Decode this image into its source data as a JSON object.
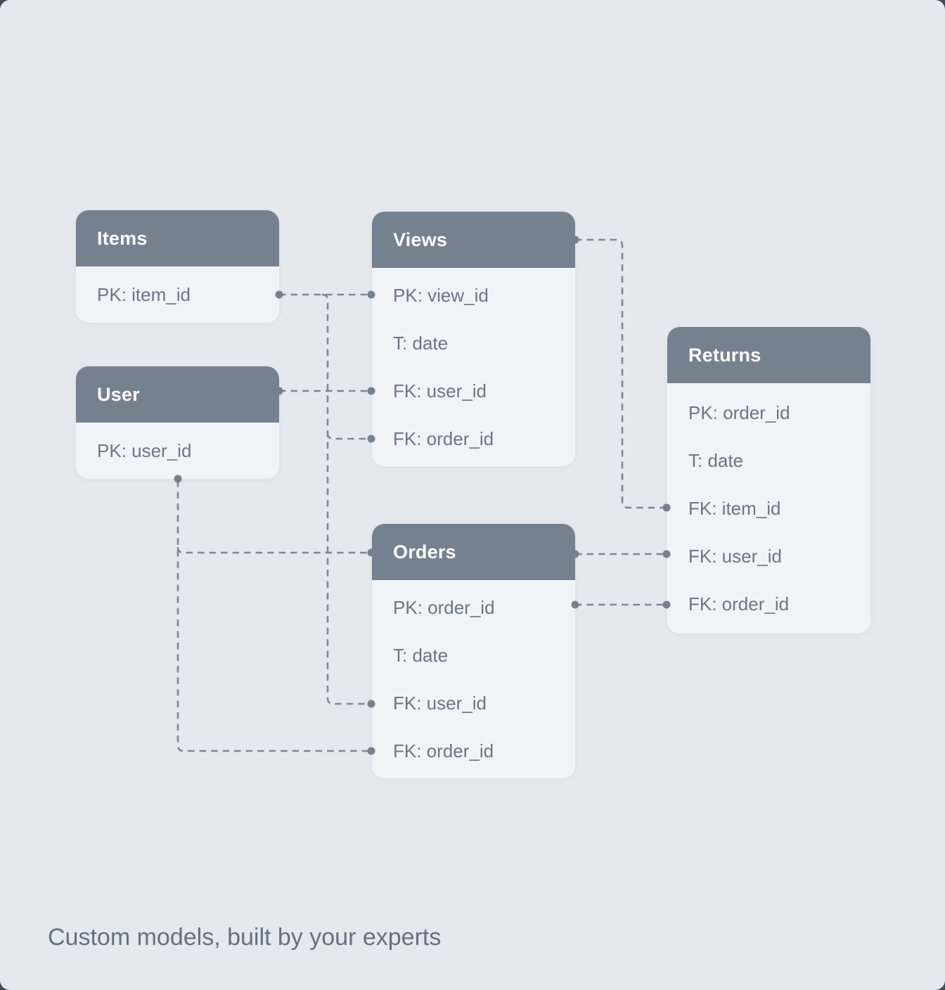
{
  "caption": "Custom models, built by your experts",
  "colors": {
    "backdrop": "#3d4e57",
    "canvas_bg": "#e4e8ef",
    "header_bg": "#76818f",
    "header_text": "#ffffff",
    "body_bg": "#f0f3f8",
    "row_text": "#6b7686",
    "connector": "#7c8896",
    "dot": "#76818f",
    "caption_text": "#66717f"
  },
  "tables": {
    "items": {
      "title": "Items",
      "rows": [
        "PK: item_id"
      ]
    },
    "user": {
      "title": "User",
      "rows": [
        "PK: user_id"
      ]
    },
    "views": {
      "title": "Views",
      "rows": [
        "PK: view_id",
        "T: date",
        "FK: user_id",
        "FK: order_id"
      ]
    },
    "orders": {
      "title": "Orders",
      "rows": [
        "PK: order_id",
        "T: date",
        "FK: user_id",
        "FK: order_id"
      ]
    },
    "returns": {
      "title": "Returns",
      "rows": [
        "PK: order_id",
        "T: date",
        "FK: item_id",
        "FK: user_id",
        "FK: order_id"
      ]
    }
  },
  "relationships": [
    {
      "from": "Items.item_id",
      "to": "Views.view_id"
    },
    {
      "from": "Items.item_id",
      "to": "Views.order_id"
    },
    {
      "from": "Items.item_id",
      "to": "Orders.user_id"
    },
    {
      "from": "User",
      "to": "Views.user_id"
    },
    {
      "from": "User.user_id",
      "to": "Orders"
    },
    {
      "from": "User.user_id",
      "to": "Orders.order_id"
    },
    {
      "from": "Views",
      "to": "Returns.item_id"
    },
    {
      "from": "Orders",
      "to": "Returns.user_id"
    },
    {
      "from": "Orders.order_id",
      "to": "Returns.order_id"
    }
  ]
}
